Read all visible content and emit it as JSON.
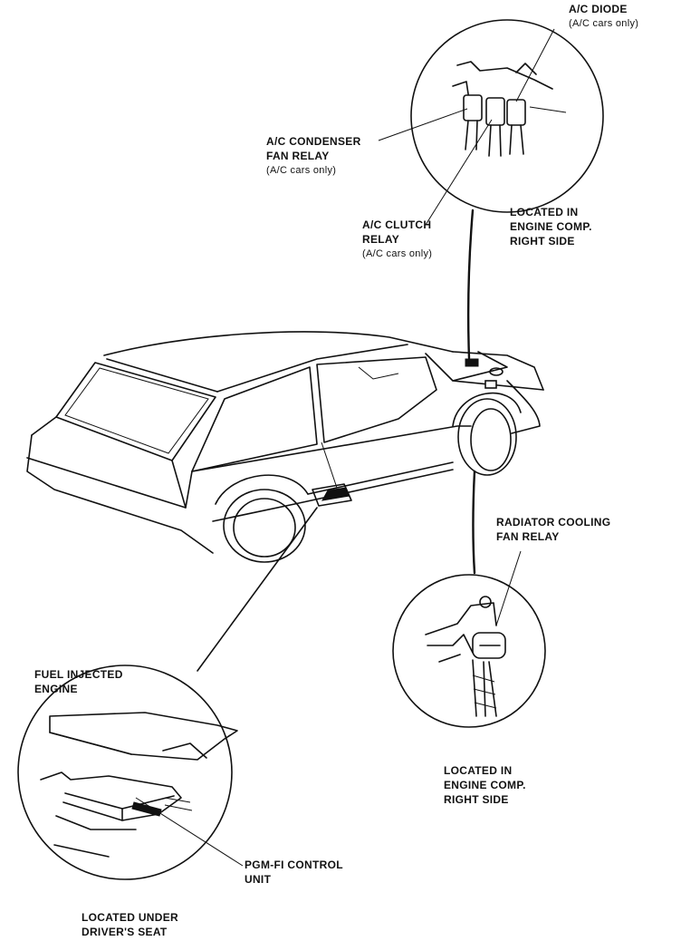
{
  "labels": {
    "ac_diode": {
      "line1": "A/C DIODE",
      "line2": "(A/C cars only)"
    },
    "ac_condenser_fan_relay": {
      "line1": "A/C CONDENSER",
      "line2": "FAN RELAY",
      "line3": "(A/C cars only)"
    },
    "located_top": {
      "line1": "LOCATED IN",
      "line2": "ENGINE COMP.",
      "line3": "RIGHT SIDE"
    },
    "ac_clutch_relay": {
      "line1": "A/C CLUTCH",
      "line2": "RELAY",
      "line3": "(A/C cars only)"
    },
    "radiator_cooling_fan_relay": {
      "line1": "RADIATOR COOLING",
      "line2": "FAN RELAY"
    },
    "located_right": {
      "line1": "LOCATED IN",
      "line2": "ENGINE COMP.",
      "line3": "RIGHT SIDE"
    },
    "fuel_injected_engine": {
      "line1": "FUEL INJECTED",
      "line2": "ENGINE"
    },
    "pgm_fi_control_unit": {
      "line1": "PGM-FI CONTROL",
      "line2": "UNIT"
    },
    "located_under_seat": {
      "line1": "LOCATED UNDER",
      "line2": "DRIVER'S SEAT"
    }
  }
}
